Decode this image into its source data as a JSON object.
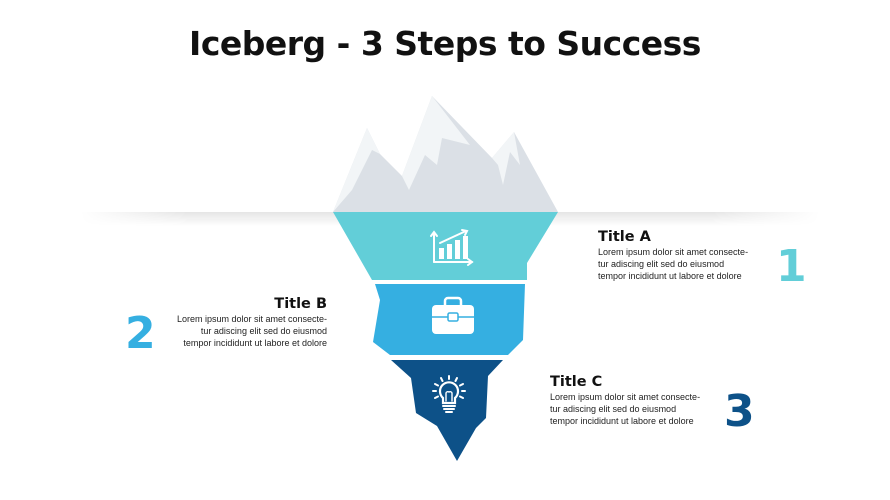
{
  "title": "Iceberg - 3 Steps to Success",
  "colors": {
    "ice_light": "#f2f5f7",
    "ice_shadow": "#dbe0e6",
    "step1": "#62ced8",
    "step2": "#35afe1",
    "step3": "#0d5188"
  },
  "steps": [
    {
      "number": "1",
      "title": "Title A",
      "description": "Lorem ipsum dolor sit amet consecte-\ntur adiscing elit sed do eiusmod\ntempor incididunt ut labore et dolore",
      "icon": "bar-chart-growth-icon",
      "color": "#62ced8"
    },
    {
      "number": "2",
      "title": "Title B",
      "description": "Lorem ipsum dolor sit amet consecte-\ntur adiscing elit sed do eiusmod\ntempor incididunt ut labore et dolore",
      "icon": "briefcase-icon",
      "color": "#35afe1"
    },
    {
      "number": "3",
      "title": "Title C",
      "description": "Lorem ipsum dolor sit amet consecte-\ntur adiscing elit sed do eiusmod\ntempor incididunt ut labore et dolore",
      "icon": "lightbulb-icon",
      "color": "#0d5188"
    }
  ]
}
